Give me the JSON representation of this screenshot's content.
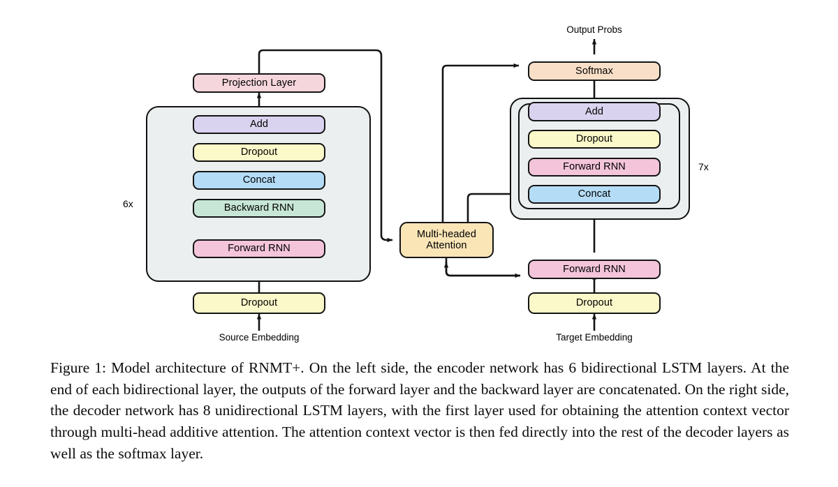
{
  "figure": {
    "encoder": {
      "repeat_label": "6x",
      "input_label": "Source Embedding",
      "nodes": [
        {
          "id": "enc-projection-layer",
          "label": "Projection Layer",
          "color": "#f6d6dd"
        },
        {
          "id": "enc-add",
          "label": "Add",
          "color": "#dad3ef"
        },
        {
          "id": "enc-dropout-top",
          "label": "Dropout",
          "color": "#fbf8c9"
        },
        {
          "id": "enc-concat",
          "label": "Concat",
          "color": "#b4dcf6"
        },
        {
          "id": "enc-backward-rnn",
          "label": "Backward RNN",
          "color": "#c7e6d6"
        },
        {
          "id": "enc-forward-rnn",
          "label": "Forward RNN",
          "color": "#f3c4da"
        },
        {
          "id": "enc-dropout-bottom",
          "label": "Dropout",
          "color": "#fbf8c9"
        }
      ]
    },
    "attention": {
      "id": "multi-headed-attention",
      "label": "Multi-headed\nAttention",
      "color": "#fae5b7"
    },
    "decoder": {
      "repeat_label": "7x",
      "input_label": "Target Embedding",
      "output_label": "Output Probs",
      "nodes": [
        {
          "id": "dec-softmax",
          "label": "Softmax",
          "color": "#fadfc8"
        },
        {
          "id": "dec-add",
          "label": "Add",
          "color": "#dad3ef"
        },
        {
          "id": "dec-dropout-top",
          "label": "Dropout",
          "color": "#fbf8c9"
        },
        {
          "id": "dec-forward-rnn-top",
          "label": "Forward RNN",
          "color": "#f3c4da"
        },
        {
          "id": "dec-concat",
          "label": "Concat",
          "color": "#b4dcf6"
        },
        {
          "id": "dec-forward-rnn-bottom",
          "label": "Forward RNN",
          "color": "#f3c4da"
        },
        {
          "id": "dec-dropout-bottom",
          "label": "Dropout",
          "color": "#fbf8c9"
        }
      ]
    },
    "colors": {
      "panel_fill": "#eceff0",
      "stroke": "#141414",
      "background": "#ffffff"
    }
  },
  "caption": {
    "text": "Figure 1: Model architecture of RNMT+. On the left side, the encoder network has 6 bidirectional LSTM layers.  At the end of each bidirectional layer, the outputs of the forward layer and the backward layer are concatenated. On the right side, the decoder network has 8 unidirectional LSTM layers, with the first layer used for obtaining the attention context vector through multi-head additive attention. The attention context vector is then fed directly into the rest of the decoder layers as well as the softmax layer."
  }
}
